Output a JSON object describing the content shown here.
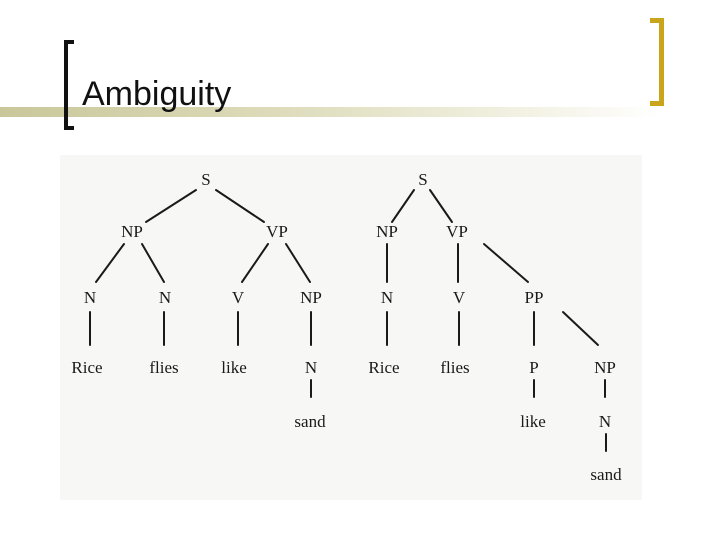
{
  "slide": {
    "title": "Ambiguity",
    "colors": {
      "accent_gold": "#c9a51c",
      "bracket_dark": "#111111",
      "title_bar": "#c9c79a"
    }
  },
  "trees": [
    {
      "labels": {
        "s": "S",
        "np": "NP",
        "vp": "VP",
        "n1": "N",
        "n2": "N",
        "v": "V",
        "np2": "NP",
        "w1": "Rice",
        "w2": "flies",
        "w3": "like",
        "n3": "N",
        "w4": "sand"
      }
    },
    {
      "labels": {
        "s": "S",
        "np": "NP",
        "vp": "VP",
        "n1": "N",
        "v": "V",
        "pp": "PP",
        "w1": "Rice",
        "w2": "flies",
        "p": "P",
        "np2": "NP",
        "w3": "like",
        "n2": "N",
        "w4": "sand"
      }
    }
  ]
}
